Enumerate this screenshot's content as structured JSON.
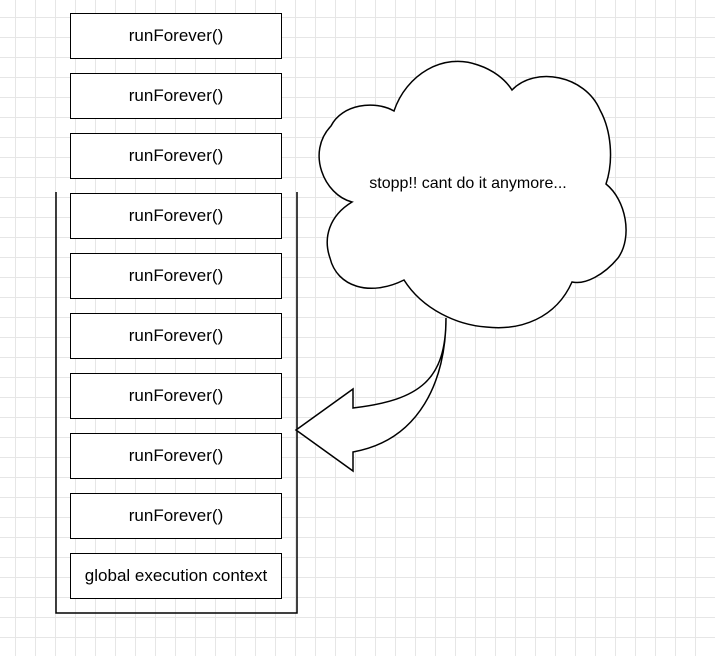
{
  "stack": {
    "frames": [
      "runForever()",
      "runForever()",
      "runForever()",
      "runForever()",
      "runForever()",
      "runForever()",
      "runForever()",
      "runForever()",
      "runForever()",
      "global execution context"
    ]
  },
  "cloud": {
    "text": "stopp!! cant do it anymore..."
  },
  "colors": {
    "stroke": "#000000",
    "fill": "#ffffff",
    "grid": "#e6e6e6"
  }
}
